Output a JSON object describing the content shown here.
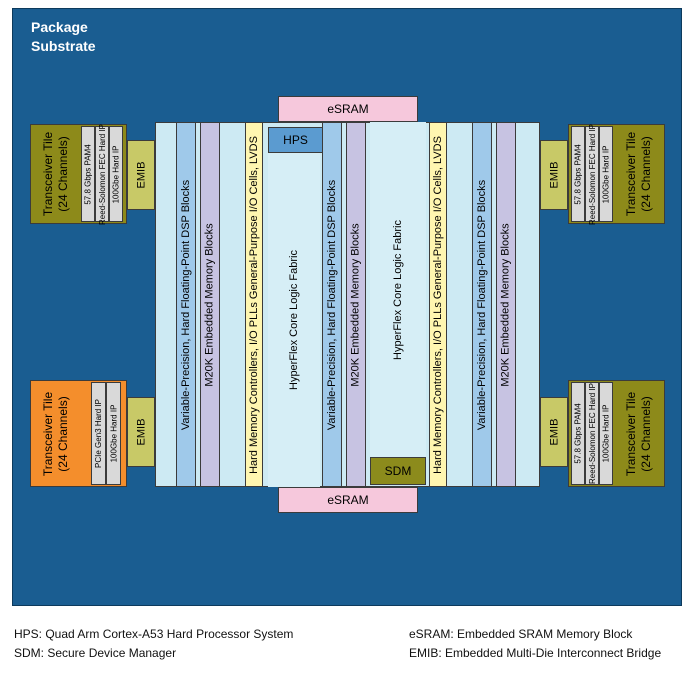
{
  "substrate_label": {
    "line1": "Package",
    "line2": "Substrate"
  },
  "esram_top": "eSRAM",
  "esram_bottom": "eSRAM",
  "hps": "HPS",
  "sdm": "SDM",
  "fabric_columns": {
    "dsp": "Variable-Precision, Hard Floating-Point DSP Blocks",
    "m20k": "M20K Embedded Memory Blocks",
    "io": "Hard Memory Controllers, I/O PLLs General-Purpose I/O Cells, LVDS",
    "core": "HyperFlex Core Logic Fabric"
  },
  "emib": "EMIB",
  "tiles": {
    "title_line1": "Transceiver Tile",
    "title_line2": "(24 Channels)",
    "top_left_ip": [
      "57.8 Gbps PAM4",
      "Reed-Solomon FEC Hard IP",
      "100Gbe Hard IP"
    ],
    "bottom_left_ip": [
      "PCIe Gen3 Hard IP",
      "100Gbe Hard IP"
    ],
    "top_right_ip": [
      "57.8 Gbps PAM4",
      "Reed-Solomon FEC Hard IP",
      "100Gbe Hard IP"
    ],
    "bottom_right_ip": [
      "57.8 Gbps PAM4",
      "Reed-Solomon FEC Hard IP",
      "100Gbe Hard IP"
    ]
  },
  "legend": {
    "hps": "HPS: Quad Arm Cortex-A53 Hard Processor System",
    "sdm": "SDM: Secure Device Manager",
    "esram": "eSRAM: Embedded SRAM Memory Block",
    "emib": "EMIB: Embedded Multi-Die Interconnect Bridge"
  },
  "colors": {
    "substrate": "#1a5d91",
    "dsp": "#9fc9ea",
    "m20k": "#c7c3e2",
    "io": "#fff6b0",
    "core": "#d6eef6",
    "esram": "#f6c8dc",
    "emib": "#c8c967",
    "tile_olive": "#8d8a1a",
    "tile_orange": "#f48e2c",
    "hps": "#5b9bd0",
    "sdm": "#8c8b1c"
  }
}
